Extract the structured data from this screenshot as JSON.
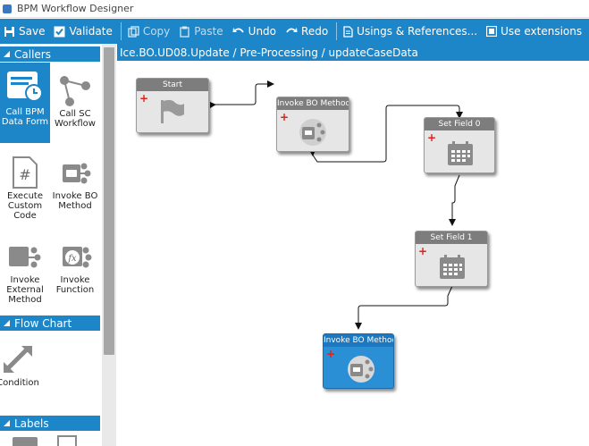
{
  "window": {
    "title": "BPM Workflow Designer"
  },
  "toolbar": {
    "save": "Save",
    "validate": "Validate",
    "copy": "Copy",
    "paste": "Paste",
    "undo": "Undo",
    "redo": "Redo",
    "usings": "Usings & References...",
    "extensions": "Use extensions"
  },
  "palette": {
    "callers_header": "Callers",
    "flowchart_header": "Flow Chart",
    "labels_header": "Labels",
    "items": {
      "call_bpm": "Call BPM Data Form",
      "call_sc": "Call SC Workflow",
      "execute_custom": "Execute Custom Code",
      "invoke_bo": "Invoke BO Method",
      "invoke_external": "Invoke External Method",
      "invoke_function": "Invoke Function",
      "condition": "Condition"
    }
  },
  "canvas": {
    "breadcrumb": "Ice.BO.UD08.Update / Pre-Processing / updateCaseData",
    "nodes": {
      "start": "Start",
      "invoke1": "Invoke BO Method",
      "setfield0": "Set Field 0",
      "setfield1": "Set Field 1",
      "invoke2": "Invoke BO Method"
    }
  },
  "colors": {
    "accent": "#1c86c8",
    "add_marker": "#e0201a",
    "node_header": "#7d7d7d"
  }
}
